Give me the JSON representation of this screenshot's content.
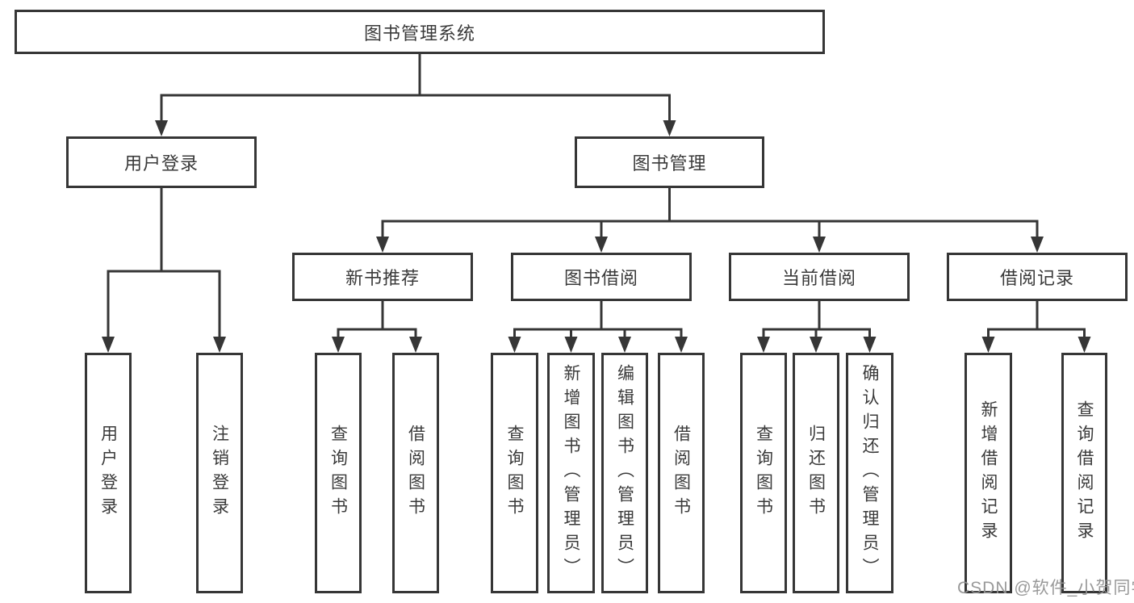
{
  "tree": {
    "label": "图书管理系统",
    "children": [
      {
        "label": "用户登录",
        "children": [
          {
            "label": "用户登录"
          },
          {
            "label": "注销登录"
          }
        ]
      },
      {
        "label": "图书管理",
        "children": [
          {
            "label": "新书推荐",
            "children": [
              {
                "label": "查询图书"
              },
              {
                "label": "借阅图书"
              }
            ]
          },
          {
            "label": "图书借阅",
            "children": [
              {
                "label": "查询图书"
              },
              {
                "label": "新增图书（管理员）"
              },
              {
                "label": "编辑图书（管理员）"
              },
              {
                "label": "借阅图书"
              }
            ]
          },
          {
            "label": "当前借阅",
            "children": [
              {
                "label": "查询图书"
              },
              {
                "label": "归还图书"
              },
              {
                "label": "确认归还（管理员）"
              }
            ]
          },
          {
            "label": "借阅记录",
            "children": [
              {
                "label": "新增借阅记录"
              },
              {
                "label": "查询借阅记录"
              }
            ]
          }
        ]
      }
    ]
  },
  "watermark": {
    "text": "CSDN @软件_小贺同学"
  },
  "colors": {
    "line": "#363636",
    "box_border": "#363636",
    "box_text": "#3a3a3a",
    "background": "#ffffff",
    "watermark": "#949494"
  }
}
